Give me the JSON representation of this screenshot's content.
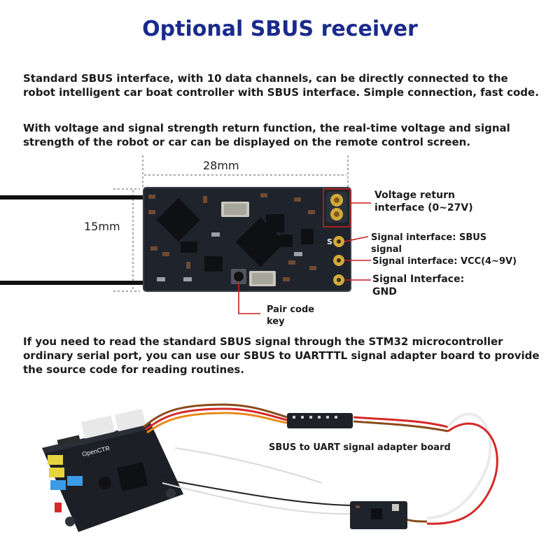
{
  "title": "Optional SBUS receiver",
  "paragraphs": {
    "p1": "Standard SBUS interface, with 10 data channels, can be directly connected to the robot intelligent car boat controller with SBUS interface. Simple connection, fast code.",
    "p2": "With voltage and signal strength return function, the real-time voltage and signal strength of the robot or car can be displayed on the remote control screen.",
    "p3": "If you need to read the standard SBUS signal through the STM32 microcontroller ordinary serial port, you can use our SBUS to UARTTTL signal adapter board to provide the source code for reading routines."
  },
  "diagram": {
    "width_label": "28mm",
    "height_label": "15mm",
    "callouts": {
      "voltage_return": "Voltage return interface (0~27V)",
      "signal_sbus": "Signal interface: SBUS signal",
      "signal_vcc": "Signal interface: VCC(4~9V)",
      "signal_gnd": "Signal Interface: GND",
      "pair_code": "Pair code key"
    },
    "pin_silkscreen": "S"
  },
  "photo": {
    "adapter_label": "SBUS to UART signal adapter board",
    "controller_silkscreen": "OpenCTR"
  },
  "colors": {
    "title": "#1a2a8c",
    "callout_line": "#c81e1e",
    "pcb": "#1f232b"
  }
}
